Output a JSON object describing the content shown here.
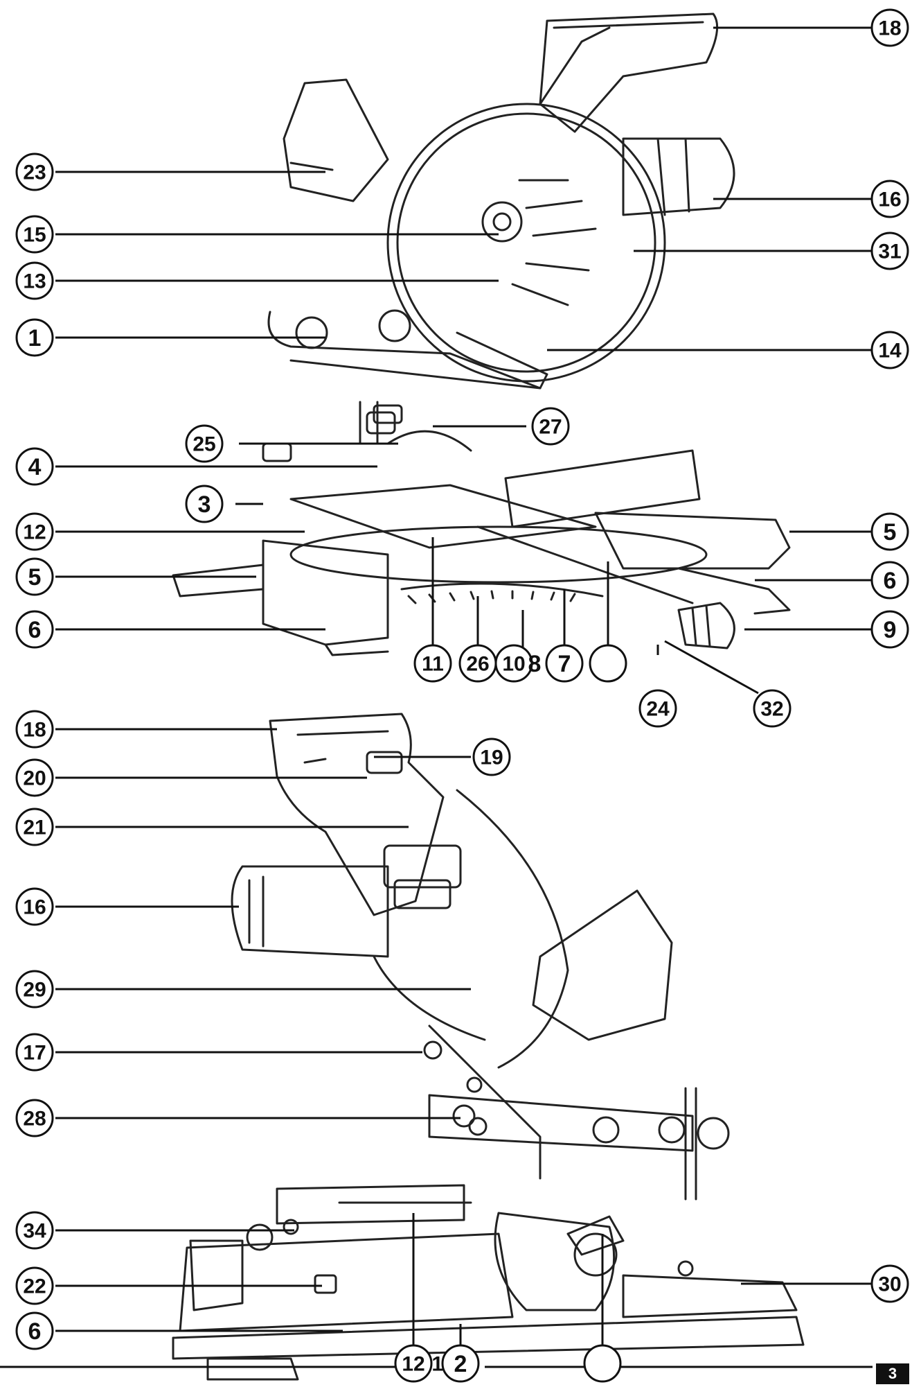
{
  "callouts": [
    "18",
    "23",
    "16",
    "15",
    "31",
    "13",
    "1",
    "14",
    "27",
    "25",
    "4",
    "3",
    "12",
    "5",
    "5",
    "6",
    "6",
    "9",
    "11",
    "26",
    "10",
    "8",
    "7",
    "",
    "24",
    "32",
    "18",
    "19",
    "20",
    "21",
    "16",
    "29",
    "17",
    "28",
    "34",
    "30",
    "22",
    "6",
    "12",
    "10",
    "2",
    ""
  ],
  "page_number": "3",
  "colors": {
    "line": "#111111",
    "background": "#ffffff"
  }
}
